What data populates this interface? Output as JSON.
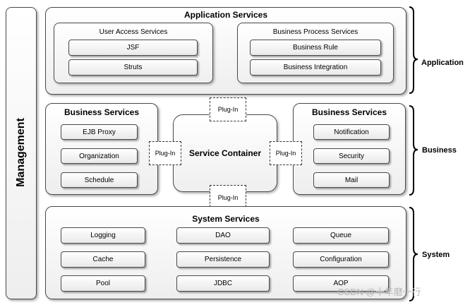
{
  "management": {
    "label": "Management"
  },
  "application": {
    "title": "Application Services",
    "user_access": {
      "title": "User Access Services",
      "items": [
        "JSF",
        "Struts"
      ]
    },
    "business_process": {
      "title": "Business Process Services",
      "items": [
        "Business Rule",
        "Business Integration"
      ]
    }
  },
  "business_left": {
    "title": "Business Services",
    "items": [
      "EJB Proxy",
      "Organization",
      "Schedule"
    ]
  },
  "service_container": {
    "title": "Service Container"
  },
  "business_right": {
    "title": "Business Services",
    "items": [
      "Notification",
      "Security",
      "Mail"
    ]
  },
  "plugins": {
    "top": "Plug-In",
    "left": "Plug-In",
    "right": "Plug-In",
    "bottom": "Plug-In"
  },
  "system": {
    "title": "System Services",
    "col1": [
      "Logging",
      "Cache",
      "Pool"
    ],
    "col2": [
      "DAO",
      "Persistence",
      "JDBC"
    ],
    "col3": [
      "Queue",
      "Configuration",
      "AOP"
    ]
  },
  "side_labels": {
    "application": "Application",
    "business": "Business",
    "system": "System"
  },
  "watermark": "CSDN @十年磨一行"
}
